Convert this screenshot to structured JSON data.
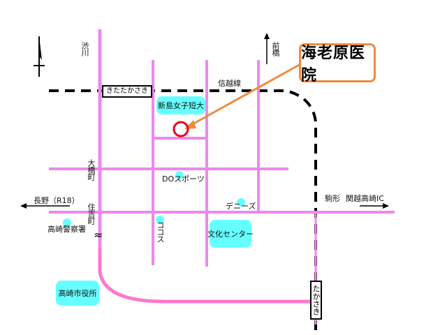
{
  "colors": {
    "road": "#ee88ee",
    "road_lower": "#ff77cc",
    "railway": "#000000",
    "place_fill": "#66ffff",
    "clinic_marker": "#e8001c",
    "clinic_callout": "#f28a3c"
  },
  "clinic": {
    "label": "海老原医院"
  },
  "north_arrow": {
    "icon": "north-arrow-icon"
  },
  "railway": {
    "name": "信越線",
    "crossing_label": "きたたかさき"
  },
  "directions": {
    "shibukawa": "渋川",
    "maebashi": "前橋",
    "nagano": "長野（R18）",
    "komagata": "駒形",
    "kan_etsu_ic": "関越高崎IC"
  },
  "roads": {
    "ohashi_machi": "大橋町",
    "sumiyoshi_cho": "住吉町",
    "takasaki_street": "たかさき"
  },
  "places": {
    "college": "新島女子短大",
    "do_sports": "DOスポーツ",
    "dennys": "デニーズ",
    "police": "高崎警察署",
    "cocos": "ココス",
    "culture_center": "文化センター",
    "city_hall": "高崎市役所"
  },
  "river_symbol": "≈"
}
